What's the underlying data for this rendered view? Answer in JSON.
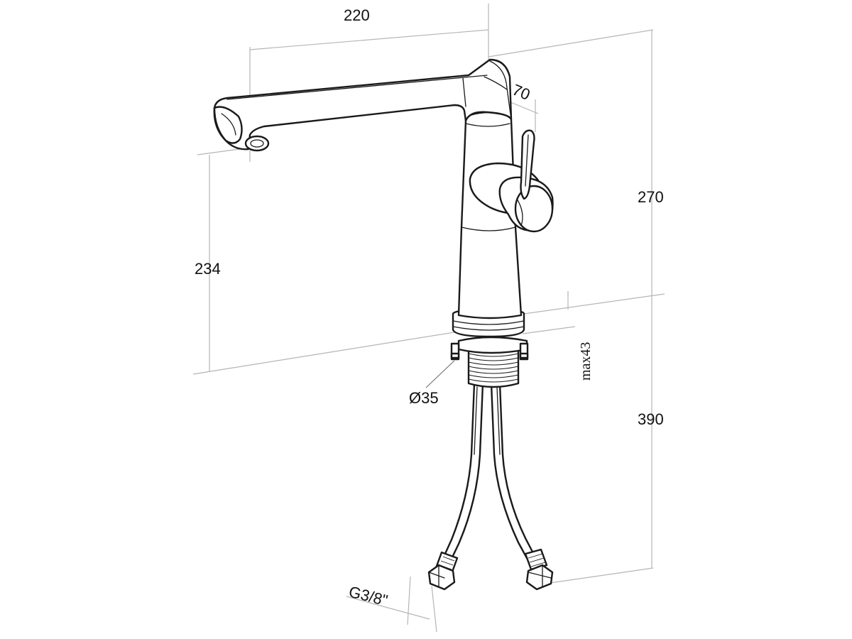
{
  "dimensions": {
    "spout_reach": "220",
    "body_depth": "70",
    "total_height": "270",
    "spout_height": "234",
    "base_diameter": "Ø35",
    "max_deck_thickness": "max43",
    "hose_length": "390",
    "connector_thread": "G3/8\""
  },
  "colors": {
    "outline": "#1a1a1a",
    "dimension_line": "#b5b5b5",
    "background": "#ffffff"
  }
}
